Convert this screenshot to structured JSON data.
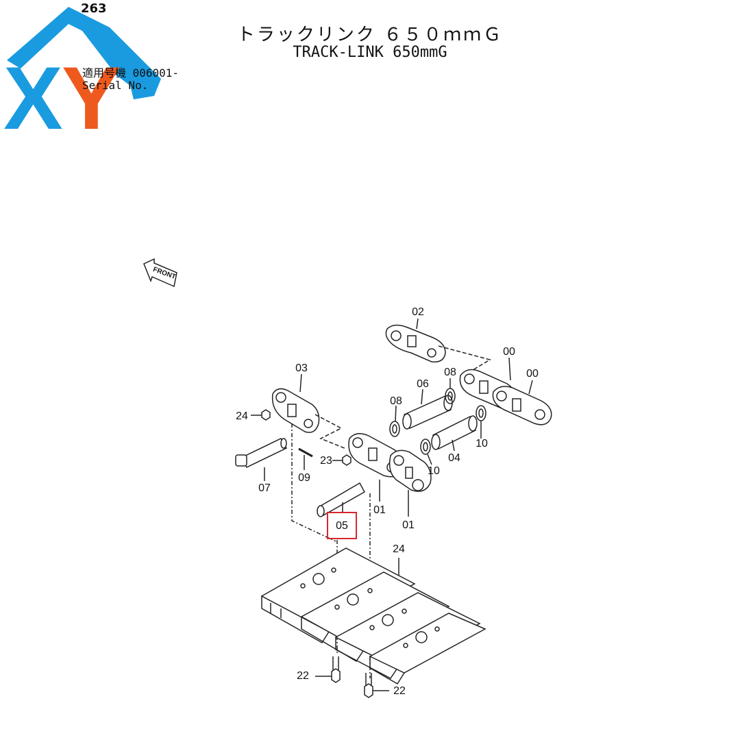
{
  "header": {
    "page_number": "263",
    "title_jp": "トラックリンク ６５０ｍｍＧ",
    "title_en": "TRACK-LINK 650mmG",
    "serial_jp": "適用号機 006001-",
    "serial_en": "Serial No."
  },
  "logo": {
    "text_x": "X",
    "text_y": "Y",
    "colors": {
      "blue": "#1a9be0",
      "orange": "#ee5a1e"
    }
  },
  "front_arrow": {
    "label": "FRONT"
  },
  "highlight": {
    "part": "05",
    "color": "#d8262c"
  },
  "callouts": {
    "c02": "02",
    "c00a": "00",
    "c00b": "00",
    "c03": "03",
    "c08a": "08",
    "c06": "06",
    "c08b": "08",
    "c24a": "24",
    "c10a": "10",
    "c04": "04",
    "c23": "23",
    "c10b": "10",
    "c09": "09",
    "c07": "07",
    "c01a": "01",
    "c01b": "01",
    "c05": "05",
    "c24b": "24",
    "c22a": "22",
    "c22b": "22"
  }
}
